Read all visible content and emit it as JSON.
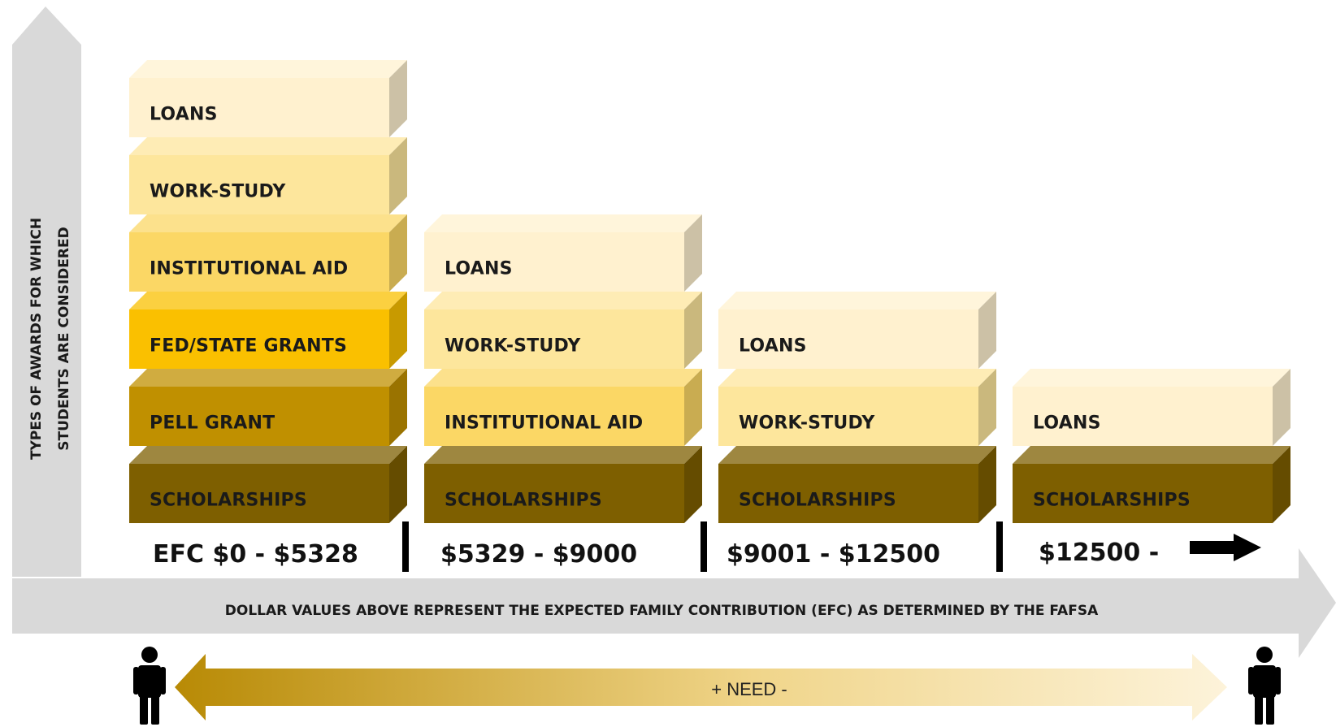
{
  "colors": {
    "loans": "#fff1cf",
    "work_study": "#fde69c",
    "institutional_aid": "#fbd765",
    "fed_state_grants": "#fac000",
    "pell_grant": "#c09000",
    "scholarships": "#7e5f00",
    "axis": "#d9d9d9",
    "need_dark": "#b88a05",
    "need_light": "#fdf3da"
  },
  "y_axis_label_line1": "TYPES OF AWARDS FOR WHICH",
  "y_axis_label_line2": "STUDENTS ARE CONSIDERED",
  "x_axis_label": "DOLLAR VALUES ABOVE REPRESENT THE EXPECTED FAMILY CONTRIBUTION (EFC) AS DETERMINED BY THE FAFSA",
  "need_label": "+ NEED -",
  "columns": [
    {
      "range": "EFC $0 - $5328",
      "blocks": [
        {
          "label": "LOANS",
          "type": "loans"
        },
        {
          "label": "WORK-STUDY",
          "type": "work_study"
        },
        {
          "label": "INSTITUTIONAL AID",
          "type": "institutional_aid"
        },
        {
          "label": "FED/STATE GRANTS",
          "type": "fed_state_grants"
        },
        {
          "label": "PELL GRANT",
          "type": "pell_grant"
        },
        {
          "label": "SCHOLARSHIPS",
          "type": "scholarships"
        }
      ]
    },
    {
      "range": "$5329 - $9000",
      "blocks": [
        {
          "label": "LOANS",
          "type": "loans"
        },
        {
          "label": "WORK-STUDY",
          "type": "work_study"
        },
        {
          "label": "INSTITUTIONAL AID",
          "type": "institutional_aid"
        },
        {
          "label": "SCHOLARSHIPS",
          "type": "scholarships"
        }
      ]
    },
    {
      "range": "$9001 - $12500",
      "blocks": [
        {
          "label": "LOANS",
          "type": "loans"
        },
        {
          "label": "WORK-STUDY",
          "type": "work_study"
        },
        {
          "label": "SCHOLARSHIPS",
          "type": "scholarships"
        }
      ]
    },
    {
      "range": "$12500 -",
      "range_arrow_icon": "right-arrow-icon",
      "blocks": [
        {
          "label": "LOANS",
          "type": "loans"
        },
        {
          "label": "SCHOLARSHIPS",
          "type": "scholarships"
        }
      ]
    }
  ]
}
